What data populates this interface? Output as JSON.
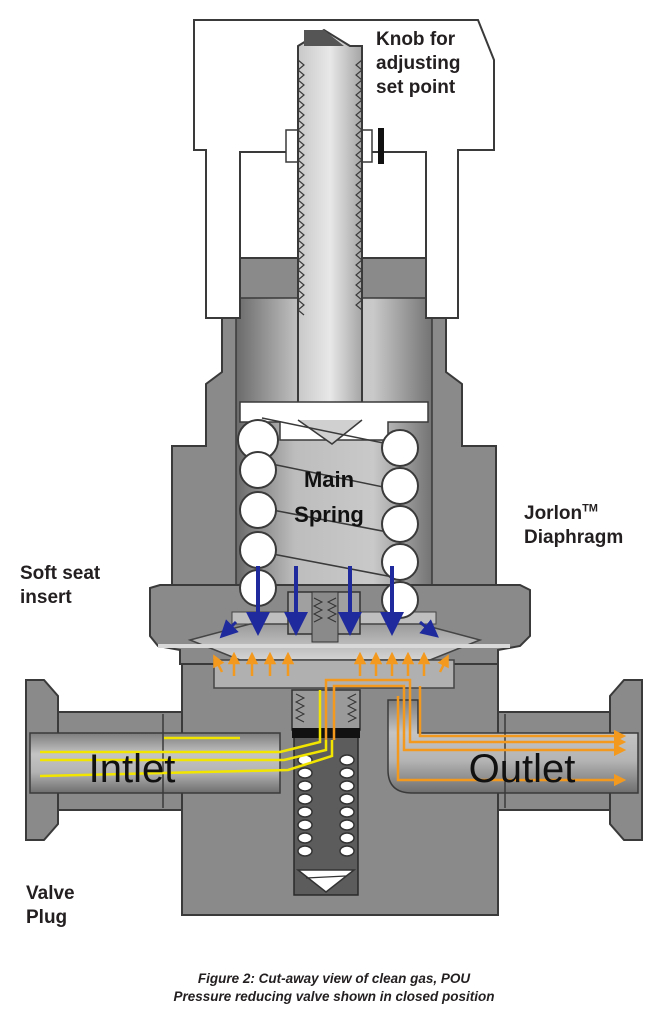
{
  "labels": {
    "knob": "Knob for\nadjusting\nset point",
    "jorlon": "Jorlon",
    "jorlon_sup": "TM",
    "diaphragm": "Diaphragm",
    "soft_seat": "Soft seat\ninsert",
    "valve_plug": "Valve\nPlug",
    "main": "Main",
    "spring": "Spring",
    "inlet": "Intlet",
    "outlet": "Outlet"
  },
  "caption": {
    "line1": "Figure 2: Cut-away view of clean gas, POU",
    "line2": "Pressure reducing valve shown in closed position"
  },
  "colors": {
    "body_gray": "#8a8a8a",
    "dark_gray": "#5c5c5c",
    "spring_arrows": "#1f2a9c",
    "inlet_flow": "#f2e600",
    "outlet_flow": "#f39a1e"
  }
}
